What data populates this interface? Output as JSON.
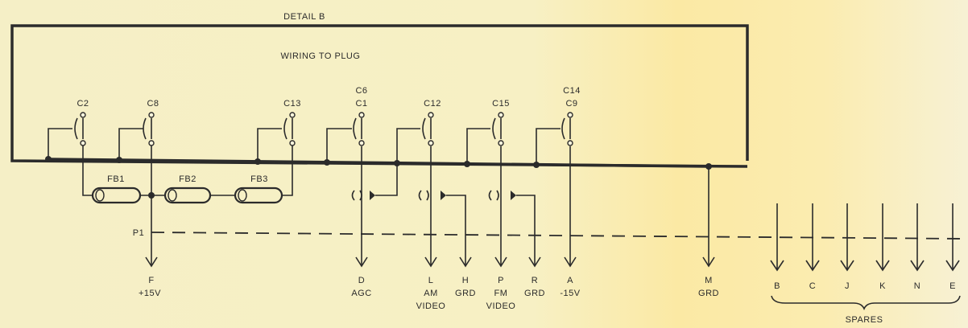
{
  "detail_title": "DETAIL B",
  "box_label": "WIRING TO PLUG",
  "capacitors": [
    {
      "labels": [
        "C2"
      ]
    },
    {
      "labels": [
        "C8"
      ]
    },
    {
      "labels": [
        "C13"
      ]
    },
    {
      "labels": [
        "C6",
        "C1"
      ]
    },
    {
      "labels": [
        "C12"
      ]
    },
    {
      "labels": [
        "C15"
      ]
    },
    {
      "labels": [
        "C14",
        "C9"
      ]
    }
  ],
  "ferrite_beads": [
    "FB1",
    "FB2",
    "FB3"
  ],
  "plug_label": "P1",
  "pins": [
    {
      "lines": [
        "F",
        "+15V"
      ]
    },
    {
      "lines": [
        "D",
        "AGC"
      ]
    },
    {
      "lines": [
        "L",
        "AM",
        "VIDEO"
      ]
    },
    {
      "lines": [
        "H",
        "GRD"
      ]
    },
    {
      "lines": [
        "P",
        "FM",
        "VIDEO"
      ]
    },
    {
      "lines": [
        "R",
        "GRD"
      ]
    },
    {
      "lines": [
        "A",
        "-15V"
      ]
    },
    {
      "lines": [
        "M",
        "GRD"
      ]
    }
  ],
  "spare_pins": [
    "B",
    "C",
    "J",
    "K",
    "N",
    "E"
  ],
  "spares_label": "SPARES"
}
